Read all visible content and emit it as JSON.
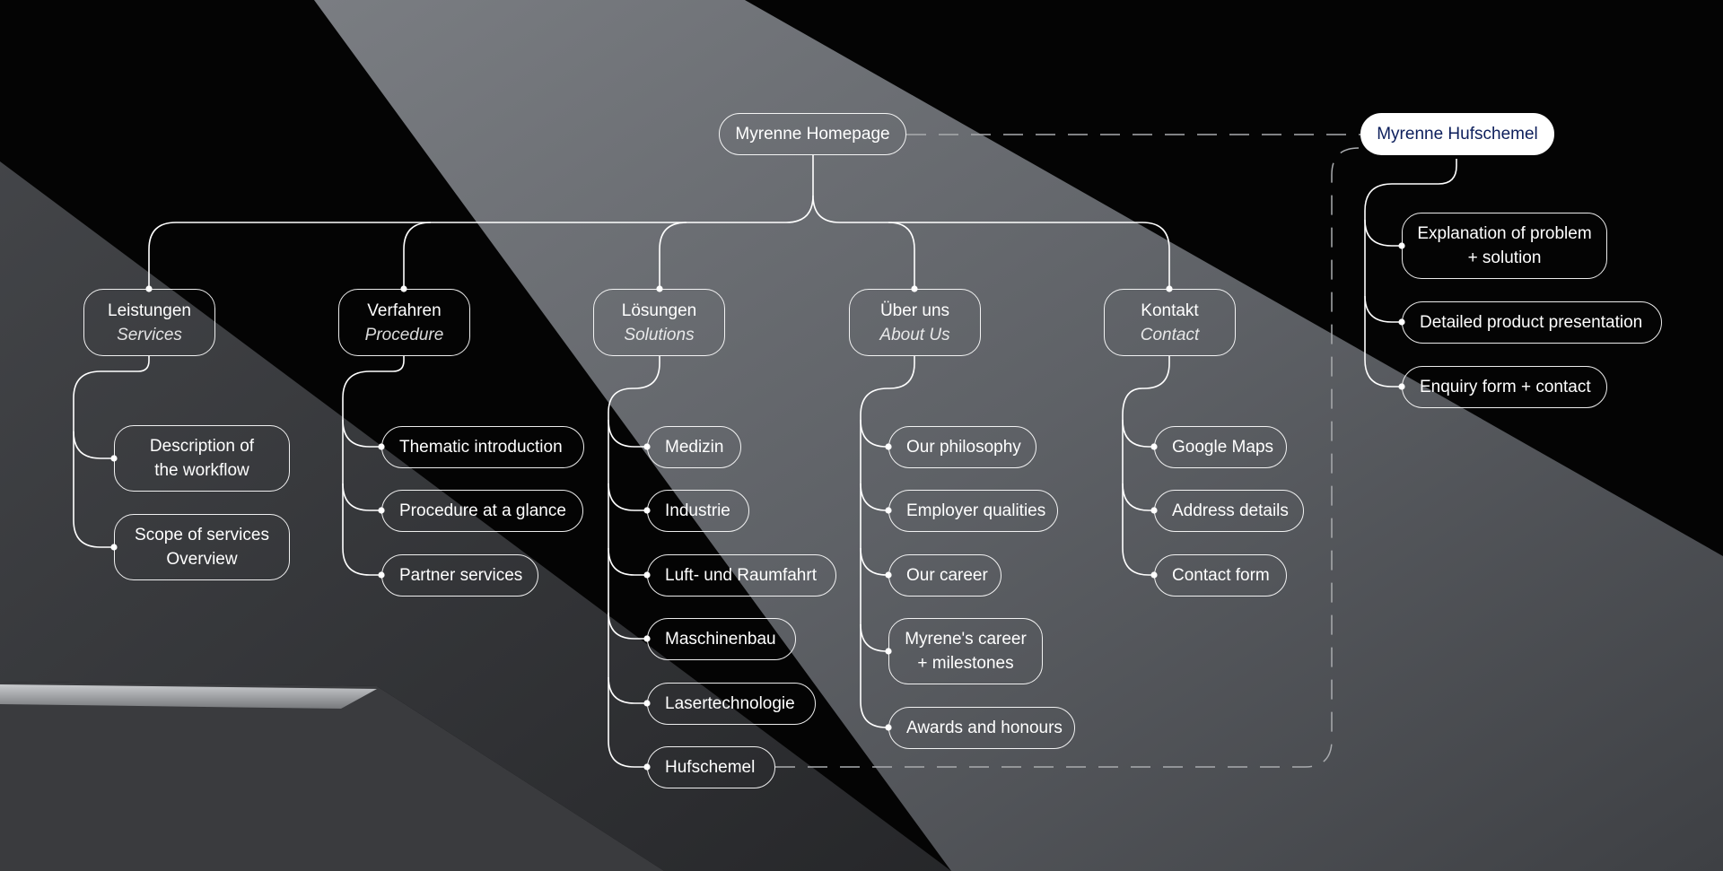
{
  "root": {
    "label": "Myrenne Homepage"
  },
  "product": {
    "label": "Myrenne Hufschemel",
    "children": [
      "Explanation of problem",
      "+ solution",
      "Detailed product presentation",
      "Enquiry form + contact"
    ]
  },
  "sections": {
    "leistungen": {
      "title": "Leistungen",
      "subtitle": "Services",
      "children": [
        "Description of",
        "the workflow",
        "Scope of services",
        "Overview"
      ]
    },
    "verfahren": {
      "title": "Verfahren",
      "subtitle": "Procedure",
      "children": [
        "Thematic introduction",
        "Procedure at a glance",
        "Partner services"
      ]
    },
    "loesungen": {
      "title": "Lösungen",
      "subtitle": "Solutions",
      "children": [
        "Medizin",
        "Industrie",
        "Luft- und Raumfahrt",
        "Maschinenbau",
        "Lasertechnologie",
        "Hufschemel"
      ]
    },
    "ueber": {
      "title": "Über uns",
      "subtitle": "About Us",
      "children": [
        "Our philosophy",
        "Employer qualities",
        "Our career",
        "Myrene's career",
        "+ milestones",
        "Awards and honours"
      ]
    },
    "kontakt": {
      "title": "Kontakt",
      "subtitle": "Contact",
      "children": [
        "Google Maps",
        "Address details",
        "Contact form"
      ]
    }
  }
}
